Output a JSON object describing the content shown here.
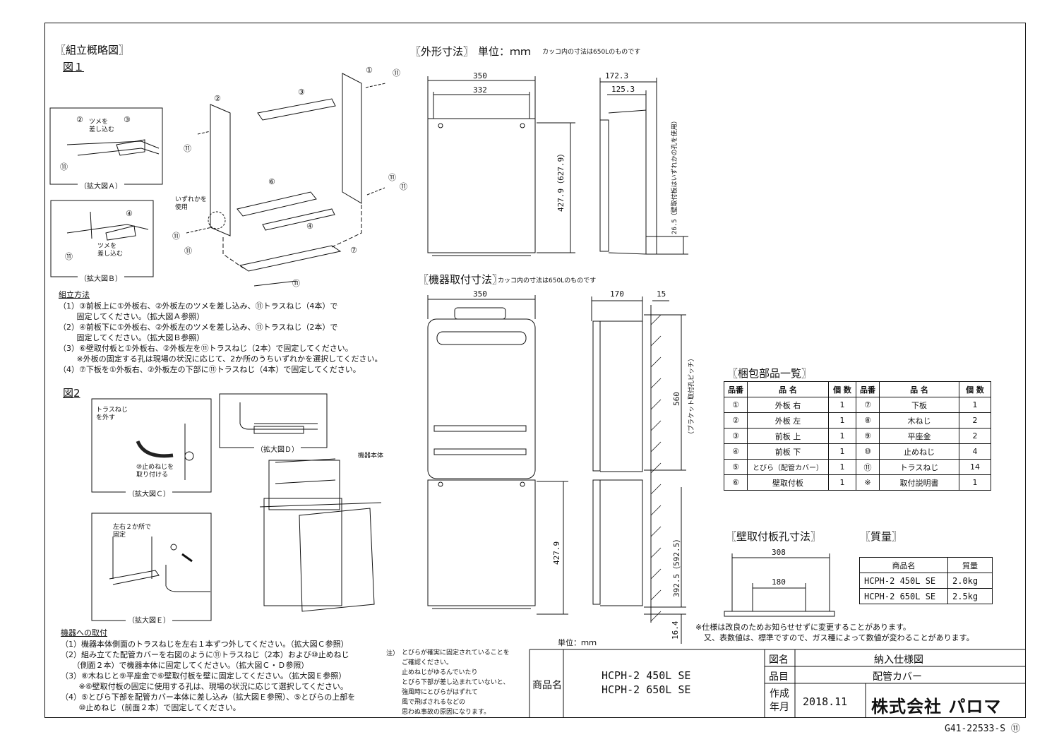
{
  "sections": {
    "assembly_title": "〖組立概略図〗",
    "fig1": "図１",
    "fig2": "図2",
    "outline_title": "〖外形寸法〗",
    "outline_unit": "単位：ｍｍ",
    "outline_note": "カッコ内の寸法は650Lのものです",
    "mount_title": "〖機器取付寸法〗",
    "mount_note": "カッコ内の寸法は650Lのものです",
    "parts_title": "〖梱包部品一覧〗",
    "wallplate_title": "〖壁取付板孔寸法〗",
    "mass_title": "〖質量〗"
  },
  "fig1": {
    "detail_a": "（拡大図Ａ）",
    "detail_b": "（拡大図Ｂ）",
    "tsume_a": "ツメを\n差し込む",
    "tsume_b": "ツメを\n差し込む",
    "izureka": "いずれかを\n使用",
    "callouts_main": [
      "①",
      "②",
      "③",
      "⑪",
      "⑪",
      "⑥",
      "⑪",
      "⑪",
      "④",
      "⑪",
      "⑪",
      "⑦",
      "⑪"
    ],
    "callouts_a": [
      "②",
      "③",
      "⑪"
    ],
    "callouts_b": [
      "④",
      "⑪"
    ]
  },
  "assembly_method": {
    "heading": "組立方法",
    "lines": [
      "（1）③前板上に①外板右、②外板左のツメを差し込み、⑪トラスねじ（4本）で",
      "　　 固定してください。（拡大図Ａ参照）",
      "（2）④前板下に①外板右、②外板左のツメを差し込み、⑪トラスねじ（2本）で",
      "　　 固定してください。（拡大図Ｂ参照）",
      "（3）⑥壁取付板と①外板右、②外板左を⑪トラスねじ（2本）で固定してください。",
      "　　 ※外板の固定する孔は現場の状況に応じて、2か所のうちいずれかを選択してください。",
      "（4）⑦下板を①外板右、②外板左の下部に⑪トラスねじ（4本）で固定してください。"
    ]
  },
  "fig2": {
    "detail_c": "（拡大図Ｃ）",
    "detail_d": "（拡大図Ｄ）",
    "detail_e": "（拡大図Ｅ）",
    "truss_remove": "トラスねじ\nを外す",
    "stop_screw": "⑩止めねじを\n取り付ける",
    "unit_body": "機器本体",
    "two_places": "左右２か所で\n固定"
  },
  "install": {
    "heading": "機器への取付",
    "lines": [
      "（1）機器本体側面のトラスねじを左右１本ずつ外してください。（拡大図Ｃ参照）",
      "（2）組み立てた配管カバーを右図のように⑪トラスねじ（2本）および⑩止めねじ",
      "　　（側面２本）で機器本体に固定してください。（拡大図Ｃ・Ｄ参照）",
      "（3）⑧木ねじと⑨平座金で⑥壁取付板を壁に固定してください。（拡大図Ｅ参照）",
      "　　 ※⑥壁取付板の固定に使用する孔は、現場の状況に応じて選択してください。",
      "（4）⑤とびら下部を配管カバー本体に差し込み（拡大図Ｅ参照）、⑤とびらの上部を",
      "　　 ⑩止めねじ（前面２本）で固定してください。"
    ]
  },
  "caution": {
    "label": "注）",
    "lines": [
      "とびらが確実に固定されていることを",
      "ご確認ください。",
      "止めねじがゆるんでいたり",
      "とびら下部が差し込まれていないと、",
      "強風時にとびらがはずれて",
      "風で飛ばされるなどの",
      "思わぬ事故の原因になります。"
    ]
  },
  "dims": {
    "front_w": "350",
    "front_inner": "332",
    "side_w1": "172.3",
    "side_w2": "125.3",
    "height": "427.9（627.9）",
    "side_offset": "26.5（壁取付板はいずれかの孔を使用）",
    "mount_w": "350",
    "mount_depth": "170",
    "mount_gap": "15",
    "pitch": "560",
    "pitch_note": "（ブラケット取付孔ピッチ）",
    "lower_h": "427.9",
    "lower_offset": "392.5（592.5）",
    "bottom_gap": "16.4",
    "plate_w": "308",
    "plate_inner": "180",
    "unit": "単位：ｍｍ"
  },
  "parts": {
    "headers": [
      "品番",
      "品 名",
      "個 数",
      "品番",
      "品 名",
      "個 数"
    ],
    "rows": [
      [
        "①",
        "外板 右",
        "1",
        "⑦",
        "下板",
        "1"
      ],
      [
        "②",
        "外板 左",
        "1",
        "⑧",
        "木ねじ",
        "2"
      ],
      [
        "③",
        "前板 上",
        "1",
        "⑨",
        "平座金",
        "2"
      ],
      [
        "④",
        "前板 下",
        "1",
        "⑩",
        "止めねじ",
        "4"
      ],
      [
        "⑤",
        "とびら（配管カバー）",
        "1",
        "⑪",
        "トラスねじ",
        "14"
      ],
      [
        "⑥",
        "壁取付板",
        "1",
        "※",
        "取付説明書",
        "1"
      ]
    ]
  },
  "mass": {
    "headers": [
      "商品名",
      "質量"
    ],
    "rows": [
      [
        "HCPH-2 450L SE",
        "2.0kg"
      ],
      [
        "HCPH-2 650L SE",
        "2.5kg"
      ]
    ]
  },
  "notes": {
    "line1": "※仕様は改良のためお知らせせずに変更することがあります。",
    "line2": "又、表数値は、標準ですので、ガス種によって数値が変わることがあります。"
  },
  "title_block": {
    "product_label": "商品名",
    "product_1": "HCPH-2 450L SE",
    "product_2": "HCPH-2 650L SE",
    "drawing_label": "図名",
    "drawing_value": "納入仕様図",
    "item_label": "品目",
    "item_value": "配管カバー",
    "date_label": "作成\n年月",
    "date_value": "2018.11",
    "company": "株式会社 パロマ",
    "doc_number": "G41-22533-S ⑪"
  }
}
